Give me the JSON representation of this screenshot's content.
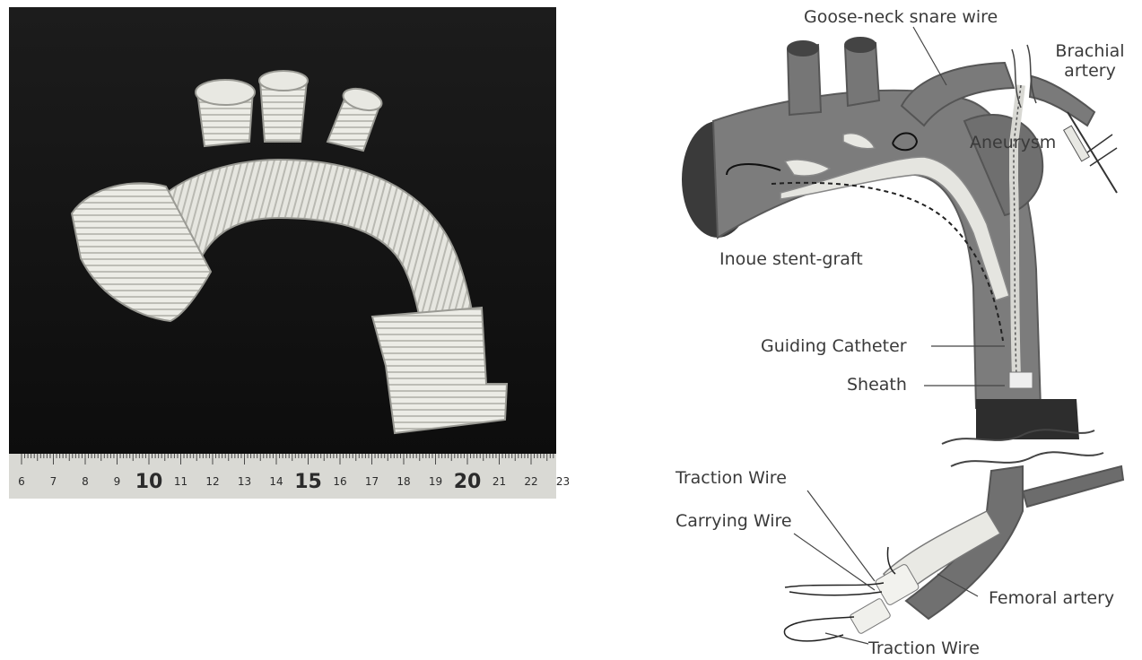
{
  "photo": {
    "ruler_numbers": [
      "6",
      "7",
      "8",
      "9",
      "10",
      "11",
      "12",
      "13",
      "14",
      "15",
      "16",
      "17",
      "18",
      "19",
      "20",
      "21",
      "22",
      "23"
    ]
  },
  "diagram": {
    "labels": {
      "goose_neck": "Goose-neck snare wire",
      "brachial_artery": "Brachial\nartery",
      "aneurysm": "Aneurysm",
      "stent_graft": "Inoue stent-graft",
      "guiding_catheter": "Guiding Catheter",
      "sheath": "Sheath",
      "traction_wire_top": "Traction Wire",
      "carrying_wire": "Carrying Wire",
      "femoral_artery": "Femoral artery",
      "traction_wire_bottom": "Traction Wire"
    }
  }
}
